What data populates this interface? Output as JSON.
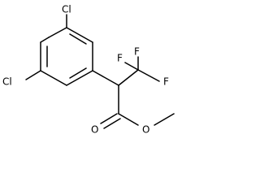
{
  "molecule": {
    "atoms": {
      "cl_top": "Cl",
      "cl_left": "Cl",
      "f_left": "F",
      "f_mid": "F",
      "f_right": "F",
      "o_carbonyl": "O",
      "o_ester": "O"
    }
  }
}
